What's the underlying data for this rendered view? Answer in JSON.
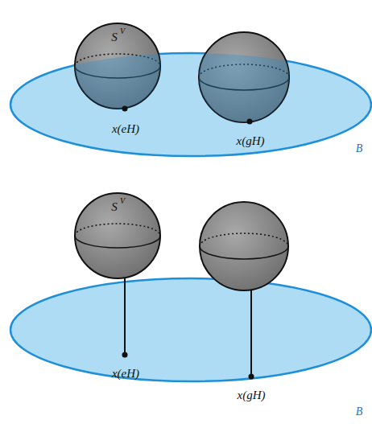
{
  "diagram": {
    "labels": [
      "S",
      "V",
      "x(eH)",
      "x(gH)",
      "B",
      "S",
      "V",
      "x(eH)",
      "x(gH)",
      "B"
    ]
  }
}
